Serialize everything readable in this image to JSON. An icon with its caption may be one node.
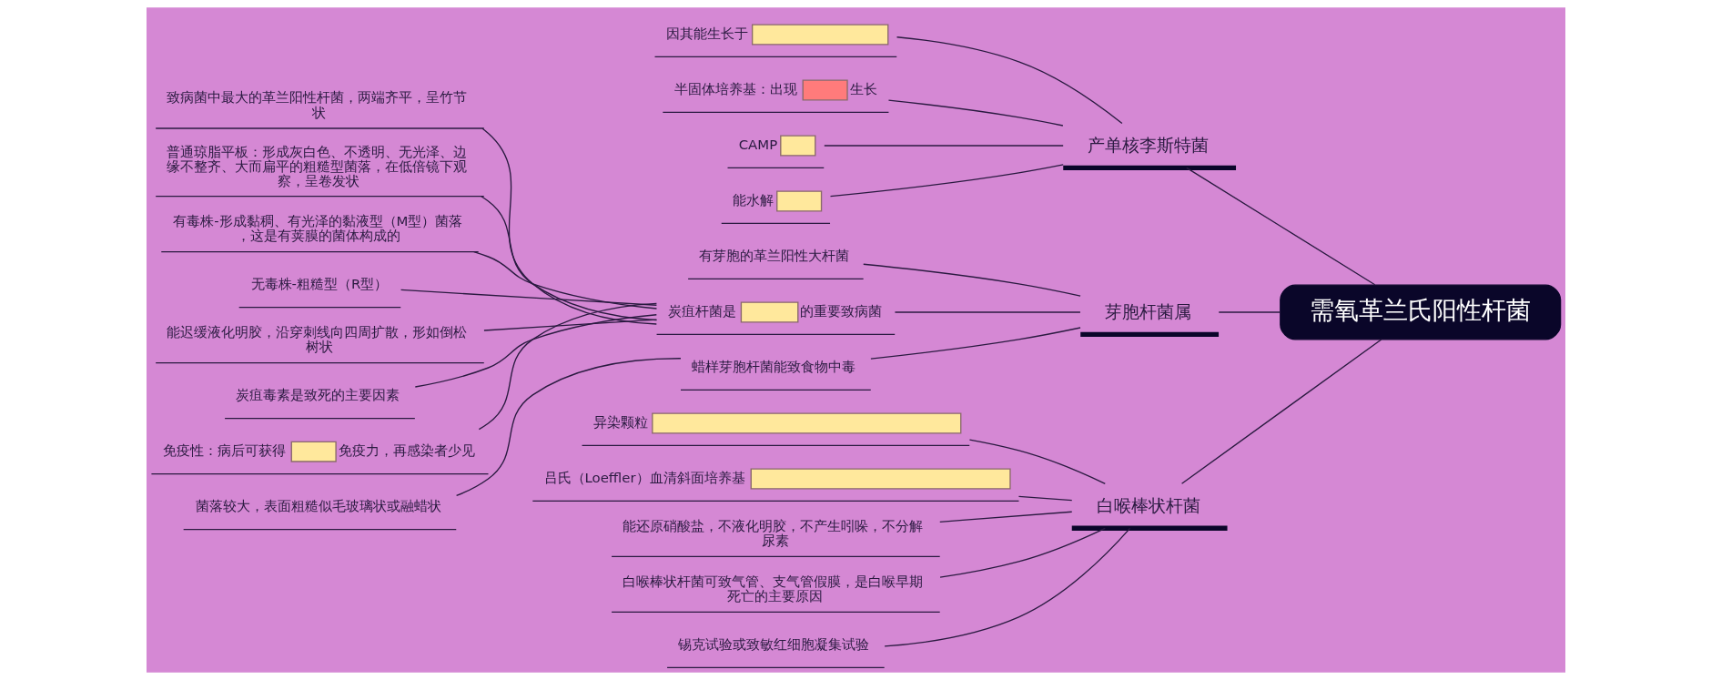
{
  "diagram": {
    "nodes": [
      {
        "text": [
          "需氧革兰氏阳性杆菌"
        ]
      },
      {
        "text": [
          "产单核李斯特菌"
        ]
      },
      {
        "text": [
          "因其能生长于"
        ]
      },
      {
        "text": [
          "半固体培养基：出现",
          "生长"
        ]
      },
      {
        "text": [
          "CAMP"
        ]
      },
      {
        "text": [
          "能水解"
        ]
      },
      {
        "text": [
          "芽胞杆菌属"
        ]
      },
      {
        "text": [
          "有芽胞的革兰阳性大杆菌"
        ]
      },
      {
        "text": [
          "炭疽杆菌是",
          "的重要致病菌"
        ]
      },
      {
        "text": [
          "致病菌中最大的革兰阳性杆菌，两端齐平，呈竹节状"
        ]
      },
      {
        "text": [
          "普通琼脂平板：形成灰白色、不透明、无光泽、边缘不整齐、大而扁平的粗糙型菌落，在低倍镜下观察，呈卷发状"
        ]
      },
      {
        "text": [
          "有毒株-形成黏稠、有光泽的黏液型（M型）菌落，这是有荚膜的菌体构成的"
        ]
      },
      {
        "text": [
          "无毒株-粗糙型（R型）"
        ]
      },
      {
        "text": [
          "能迟缓液化明胶，沿穿刺线向四周扩散，形如倒松树状"
        ]
      },
      {
        "text": [
          "炭疽毒素是致死的主要因素"
        ]
      },
      {
        "text": [
          "免疫性：病后可获得",
          "免疫力，再感染者少见"
        ]
      },
      {
        "text": [
          "蜡样芽胞杆菌能致食物中毒"
        ]
      },
      {
        "text": [
          "菌落较大，表面粗糙似毛玻璃状或融蜡状"
        ]
      },
      {
        "text": [
          "白喉棒状杆菌"
        ]
      },
      {
        "text": [
          "异染颗粒"
        ]
      },
      {
        "text": [
          "吕氏（Loeffler）血清斜面培养基"
        ]
      },
      {
        "text": [
          "能还原硝酸盐，不液化明胶，不产生吲哚，不分解尿素"
        ]
      },
      {
        "text": [
          "白喉棒状杆菌可致气管、支气管假膜，是白喉早期死亡的主要原因"
        ]
      },
      {
        "text": [
          "锡克试验或致敏红细胞凝集试验"
        ]
      }
    ],
    "edges": [
      {
        "from": 0,
        "to": 1,
        "arrow": "none"
      },
      {
        "from": 1,
        "to": 2,
        "arrow": "none"
      },
      {
        "from": 1,
        "to": 3,
        "arrow": "none"
      },
      {
        "from": 1,
        "to": 4,
        "arrow": "none"
      },
      {
        "from": 1,
        "to": 5,
        "arrow": "none"
      },
      {
        "from": 0,
        "to": 6,
        "arrow": "none"
      },
      {
        "from": 6,
        "to": 7,
        "arrow": "none"
      },
      {
        "from": 6,
        "to": 8,
        "arrow": "none"
      },
      {
        "from": 8,
        "to": 9,
        "arrow": "none"
      },
      {
        "from": 8,
        "to": 10,
        "arrow": "none"
      },
      {
        "from": 8,
        "to": 11,
        "arrow": "none"
      },
      {
        "from": 8,
        "to": 12,
        "arrow": "none"
      },
      {
        "from": 8,
        "to": 13,
        "arrow": "none"
      },
      {
        "from": 8,
        "to": 14,
        "arrow": "none"
      },
      {
        "from": 8,
        "to": 15,
        "arrow": "none"
      },
      {
        "from": 6,
        "to": 16,
        "arrow": "none"
      },
      {
        "from": 16,
        "to": 17,
        "arrow": "none"
      },
      {
        "from": 0,
        "to": 18,
        "arrow": "none"
      },
      {
        "from": 18,
        "to": 19,
        "arrow": "none"
      },
      {
        "from": 18,
        "to": 20,
        "arrow": "none"
      },
      {
        "from": 18,
        "to": 21,
        "arrow": "none"
      },
      {
        "from": 18,
        "to": 22,
        "arrow": "none"
      },
      {
        "from": 18,
        "to": 23,
        "arrow": "none"
      }
    ]
  }
}
